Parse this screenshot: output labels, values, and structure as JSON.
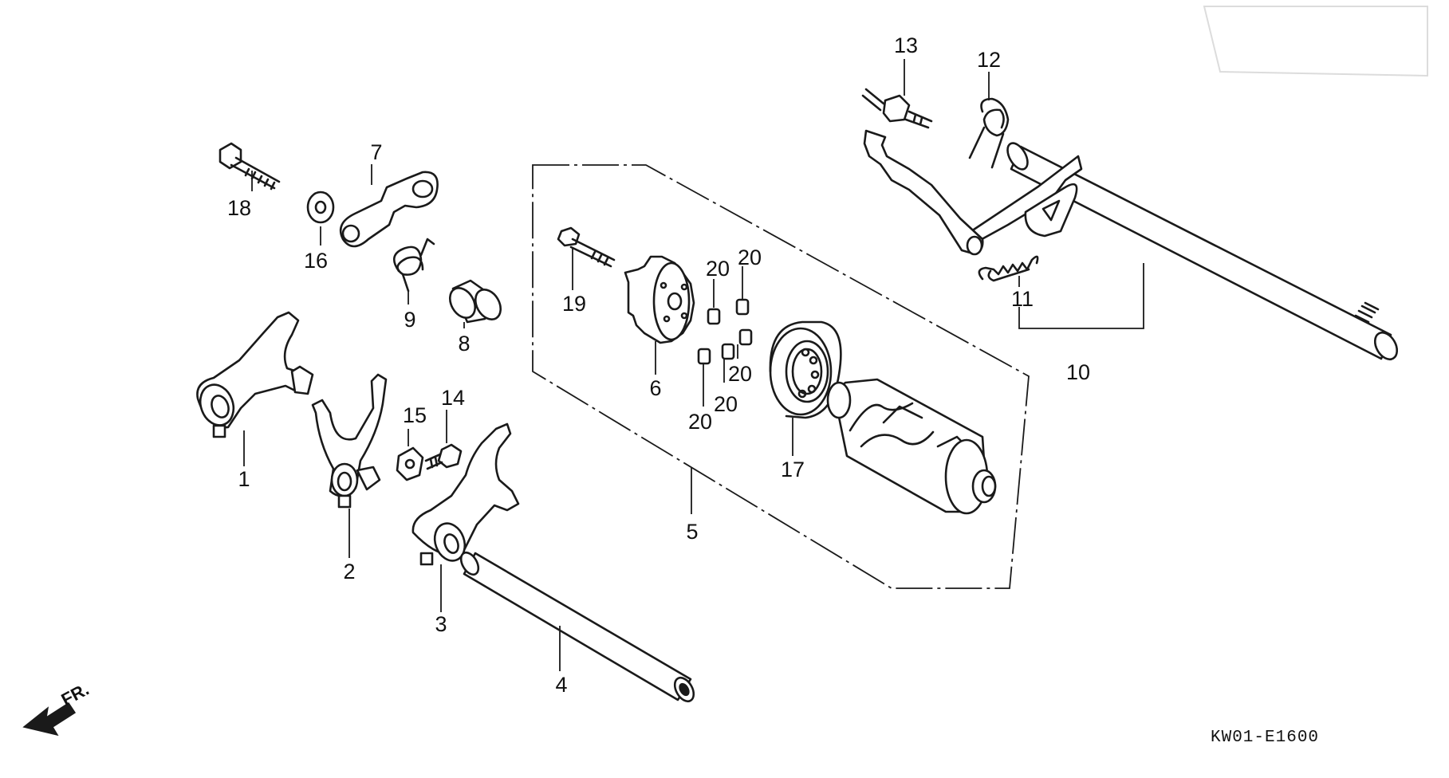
{
  "diagram": {
    "drawing_code": "KW01-E1600",
    "direction_label": "FR.",
    "callouts": {
      "c1": "1",
      "c2": "2",
      "c3": "3",
      "c4": "4",
      "c5": "5",
      "c6": "6",
      "c7": "7",
      "c8": "8",
      "c9": "9",
      "c10": "10",
      "c11": "11",
      "c12": "12",
      "c13": "13",
      "c14": "14",
      "c15": "15",
      "c16": "16",
      "c17": "17",
      "c18": "18",
      "c19": "19",
      "c20a": "20",
      "c20b": "20",
      "c20c": "20",
      "c20d": "20",
      "c20e": "20"
    }
  }
}
